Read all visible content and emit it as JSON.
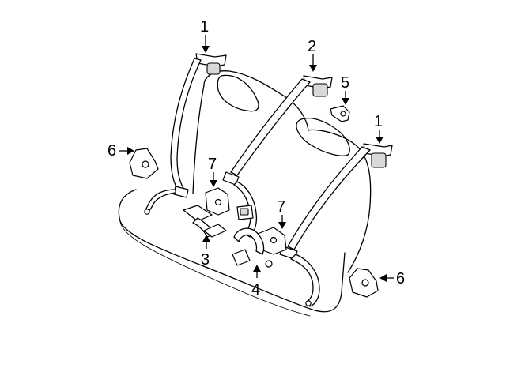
{
  "diagram": {
    "callouts": {
      "c1a": "1",
      "c2": "2",
      "c5": "5",
      "c1b": "1",
      "c6a": "6",
      "c7a": "7",
      "c7b": "7",
      "c3": "3",
      "c4": "4",
      "c6b": "6"
    }
  }
}
